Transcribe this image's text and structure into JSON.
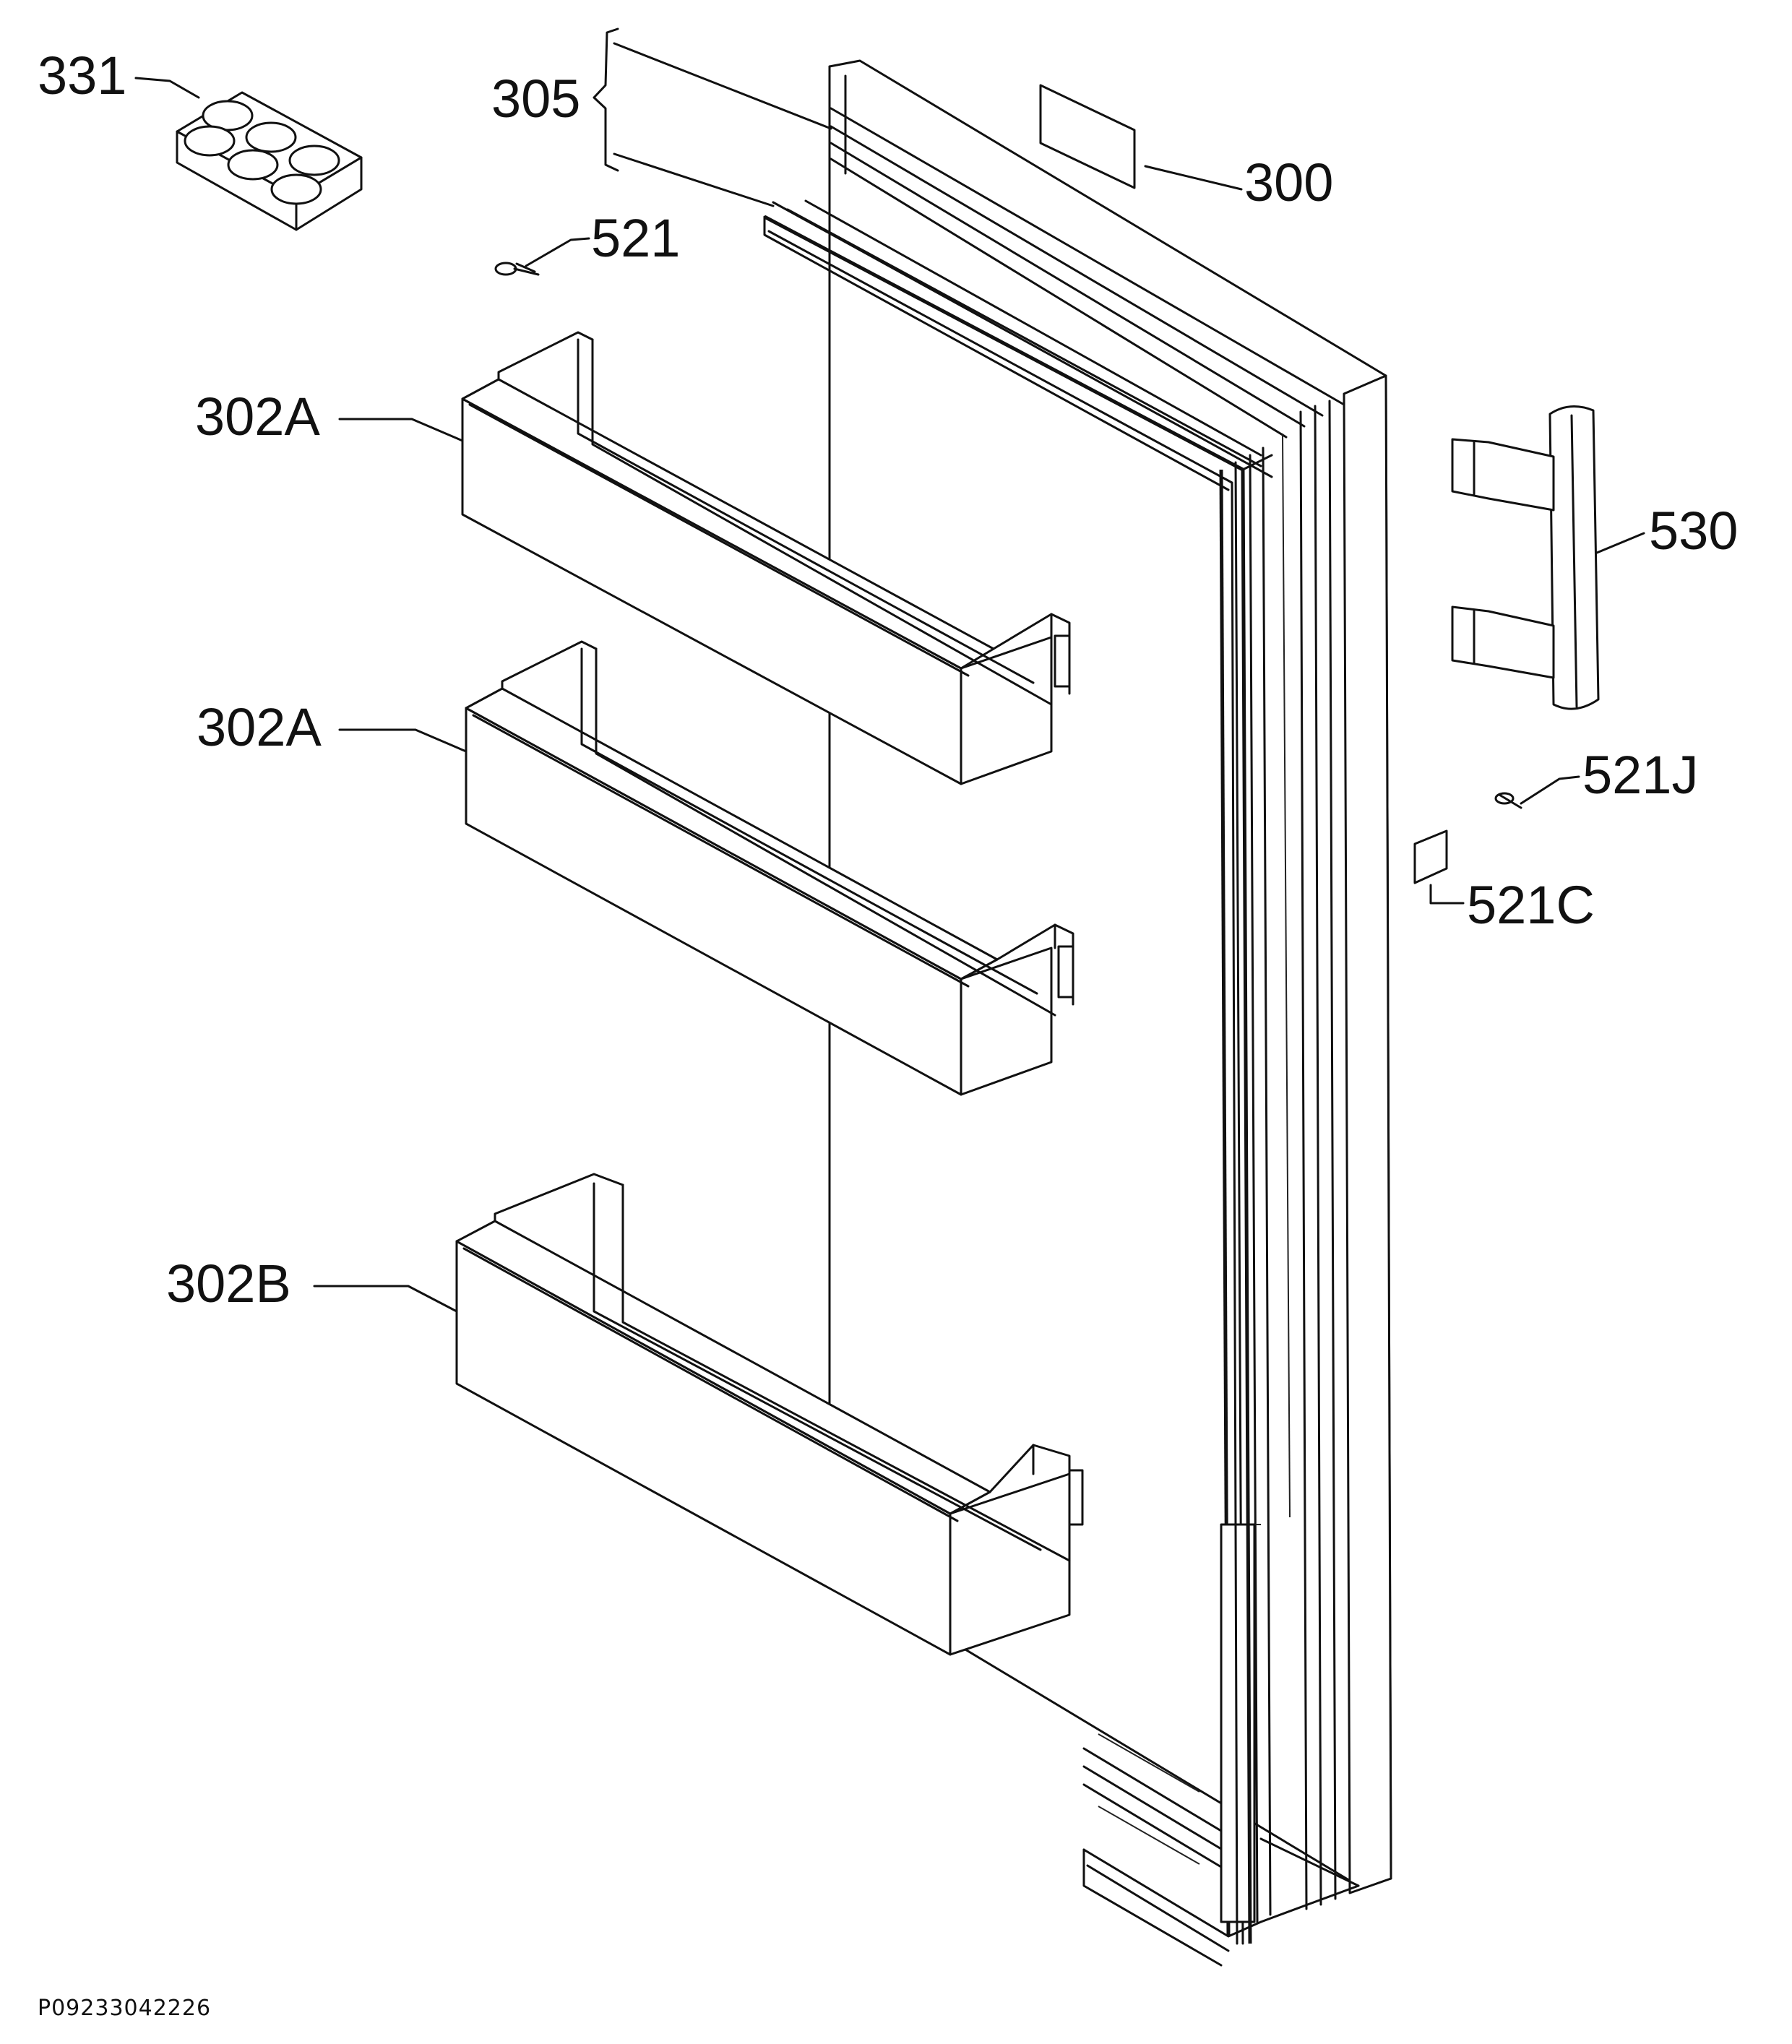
{
  "labels": {
    "l331": "331",
    "l305": "305",
    "l300": "300",
    "l521": "521",
    "l302a_1": "302A",
    "l302a_2": "302A",
    "l302b": "302B",
    "l530": "530",
    "l521j": "521J",
    "l521c": "521C"
  },
  "footer": {
    "code": "P09233042226"
  },
  "colors": {
    "line": "#111111",
    "background": "#ffffff"
  }
}
